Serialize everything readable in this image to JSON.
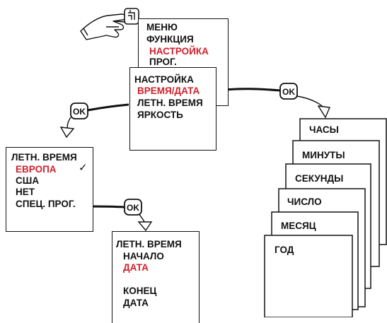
{
  "menu_main": {
    "items": [
      "МЕНЮ",
      "ФУНКЦИЯ",
      "НАСТРОЙКА",
      "ПРОГ."
    ],
    "highlight_index": 2
  },
  "menu_settings": {
    "items": [
      "НАСТРОЙКА",
      "ВРЕМЯ/ДАТА",
      "ЛЕТН. ВРЕМЯ",
      "ЯРКОСТЬ"
    ],
    "highlight_index": 1
  },
  "menu_dst": {
    "items": [
      "ЛЕТН. ВРЕМЯ",
      "ЕВРОПА",
      "США",
      "НЕТ",
      "СПЕЦ. ПРОГ."
    ],
    "highlight_index": 1,
    "checkmark": "✓"
  },
  "menu_dst_custom": {
    "items": [
      "ЛЕТН. ВРЕМЯ",
      "НАЧАЛО",
      "ДАТА",
      "КОНЕЦ",
      "ДАТА"
    ],
    "highlight_index": 2
  },
  "time_date_cards": [
    "ЧАСЫ",
    "МИНУТЫ",
    "СЕКУНДЫ",
    "ЧИСЛО",
    "МЕСЯЦ",
    "ГОД"
  ],
  "ok_buttons": [
    "OK",
    "OK",
    "OK"
  ],
  "colors": {
    "highlight": "#d0202a",
    "line": "#111111"
  }
}
